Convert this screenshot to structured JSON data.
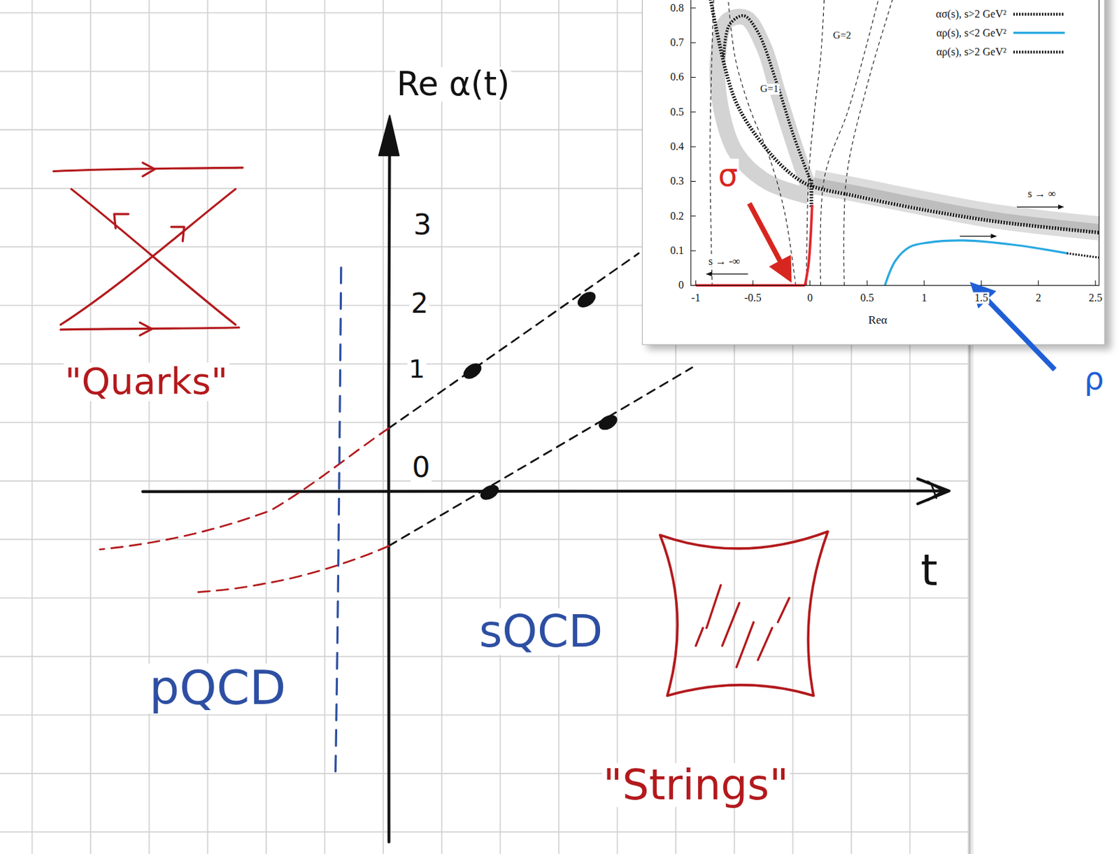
{
  "diagram": {
    "labels": [
      "Re α(t)",
      "3",
      "2",
      "1",
      "0",
      "t",
      "\"Quarks\"",
      "\"Strings\"",
      "pQCD",
      "sQCD",
      "0.8",
      "0.7",
      "0.6",
      "0.5",
      "0.4",
      "0.3",
      "0.2",
      "0.1",
      "0",
      "-1",
      "-0.5",
      "0",
      "0.5",
      "1",
      "1.5",
      "2",
      "2.5",
      "Reα",
      "G=2",
      "G=1",
      "σ",
      "ρ",
      "s → ∞",
      "s → -∞"
    ],
    "legend": [
      {
        "text": "ασ(s), s>2 GeV²"
      },
      {
        "text": "αρ(s), s<2 GeV²"
      },
      {
        "text": "αρ(s), s>2 GeV²"
      }
    ]
  }
}
